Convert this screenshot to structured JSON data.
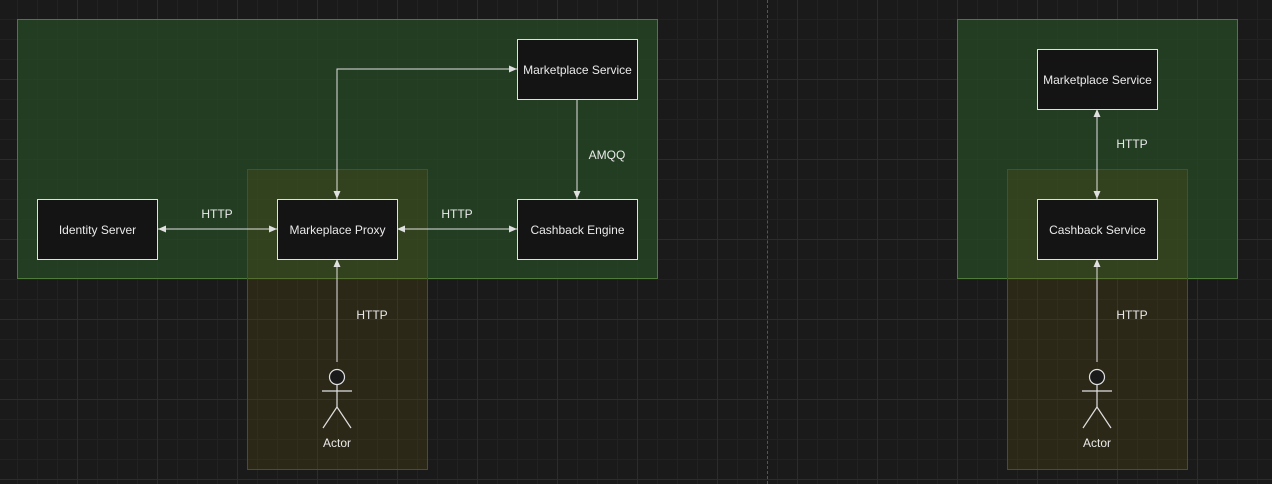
{
  "left": {
    "nodes": {
      "identity_server": "Identity Server",
      "marketplace_proxy": "Markeplace Proxy",
      "cashback_engine": "Cashback Engine",
      "marketplace_service": "Marketplace Service"
    },
    "edges": {
      "identity_proxy": "HTTP",
      "proxy_cashback": "HTTP",
      "service_cashback": "AMQQ",
      "actor_proxy": "HTTP"
    },
    "actor": "Actor"
  },
  "right": {
    "nodes": {
      "marketplace_service": "Marketplace Service",
      "cashback_service": "Cashback Service"
    },
    "edges": {
      "cashback_service": "HTTP",
      "actor_cashback": "HTTP"
    },
    "actor": "Actor"
  },
  "colors": {
    "background": "#1a1a1a",
    "region_green": "#264424",
    "region_yellow": "#5f4e14",
    "stroke": "#e0e0e0"
  }
}
